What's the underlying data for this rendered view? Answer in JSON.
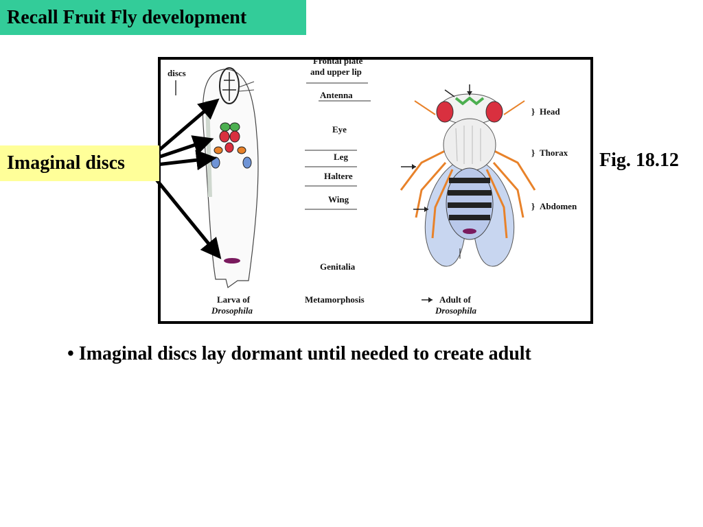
{
  "slide": {
    "title": "Recall Fruit Fly development",
    "callout_label": "Imaginal discs",
    "figure_ref": "Fig. 18.12",
    "bullet_marker": "•",
    "bullet_text": "Imaginal discs lay dormant until needed to create adult"
  },
  "figure": {
    "discs_label": "discs",
    "disc_labels": [
      "Frontal plate",
      "and upper lip",
      "Antenna",
      "Eye",
      "Leg",
      "Haltere",
      "Wing",
      "Genitalia"
    ],
    "larva_caption_line1": "Larva of",
    "larva_caption_line2": "Drosophila",
    "process_label": "Metamorphosis",
    "adult_caption_line1": "Adult of",
    "adult_caption_line2": "Drosophila",
    "body_parts": [
      "Head",
      "Thorax",
      "Abdomen"
    ]
  },
  "colors": {
    "title_bg": "#33cc99",
    "callout_bg": "#ffff99",
    "eye_red": "#d9303f",
    "disc_green": "#4caf50",
    "leg_orange": "#e8822a",
    "wing_blue": "#6f94d6",
    "genitalia_purple": "#7a1a5e"
  }
}
